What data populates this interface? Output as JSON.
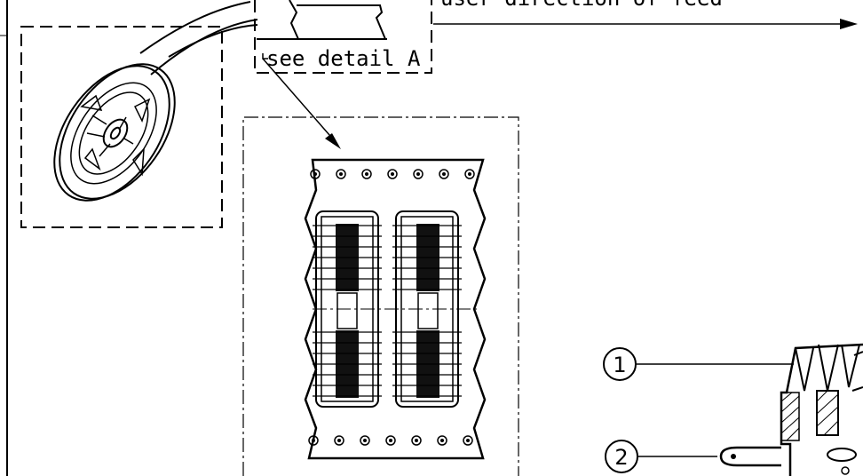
{
  "labels": {
    "detail_ref": "see detail A",
    "feed_direction_partial": "user direction of feed"
  },
  "callouts": [
    {
      "number": "1"
    },
    {
      "number": "2"
    }
  ],
  "colors": {
    "ink": "#000000",
    "background": "#ffffff"
  }
}
